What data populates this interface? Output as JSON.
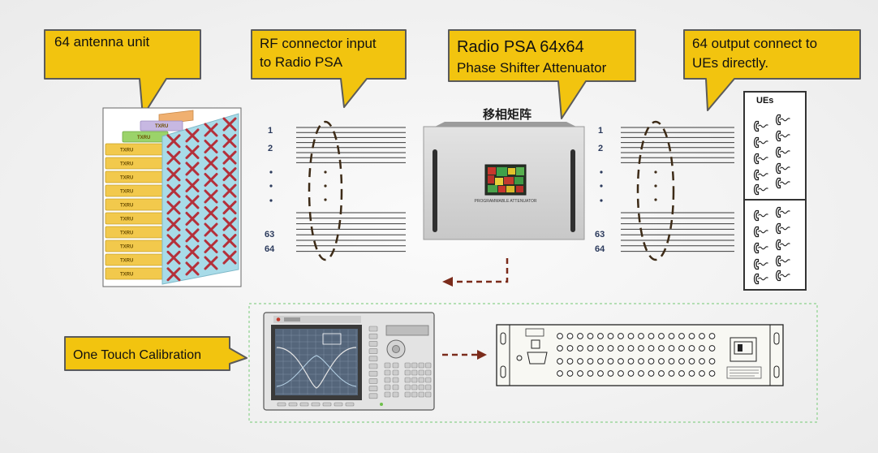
{
  "callouts": {
    "antenna_unit": {
      "line1": "64 antenna unit"
    },
    "rf_input": {
      "line1": "RF connector input",
      "line2": "to Radio PSA"
    },
    "radio_psa": {
      "line1": "Radio PSA 64x64",
      "line2": "Phase Shifter Attenuator"
    },
    "ue_output": {
      "line1": "64 output connect to",
      "line2": "UEs directly."
    },
    "calibration": {
      "line1": "One Touch Calibration"
    }
  },
  "antenna_unit": {
    "module_labels": [
      "TXRU",
      "TXRU",
      "TXRU",
      "TXRU",
      "TXRU",
      "TXRU",
      "TXRU",
      "TXRU",
      "TXRU",
      "TXRU",
      "TXRU",
      "TXRU"
    ]
  },
  "input_ports": {
    "first": "1",
    "second": "2",
    "second_last": "63",
    "last": "64"
  },
  "output_ports": {
    "first": "1",
    "second": "2",
    "second_last": "63",
    "last": "64"
  },
  "psa_device": {
    "chinese_label": "移相矩阵",
    "panel_text": "PROGRAMMABLE ATTENUATOR"
  },
  "ue_panel": {
    "title": "UEs",
    "icon": "phone-icon"
  },
  "colors": {
    "callout_fill": "#f2c40f",
    "callout_stroke": "#5b5b5b",
    "connection_arrow": "#7b2b1b",
    "port_label": "#2b3a5c",
    "calibration_frame": "#8dd18d"
  }
}
